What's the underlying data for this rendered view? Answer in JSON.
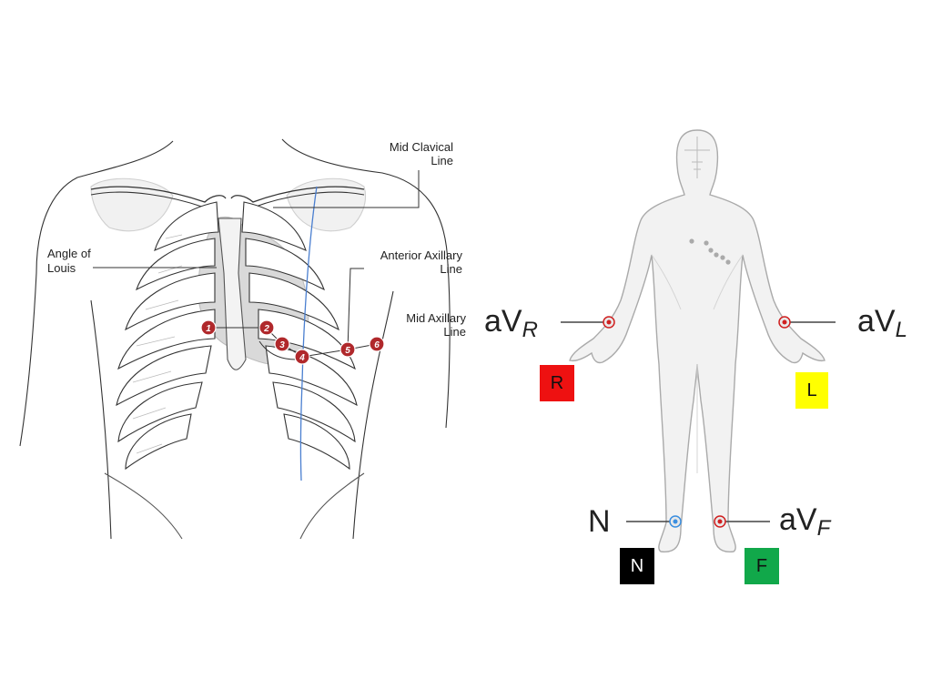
{
  "chest": {
    "labels": {
      "mid_clavical_1": "Mid Clavical",
      "mid_clavical_2": "Line",
      "angle_1": "Angle of",
      "angle_2": "Louis",
      "anterior_1": "Anterior Axillary",
      "anterior_2": "Line",
      "mid_axillary_1": "Mid Axillary",
      "mid_axillary_2": "Line"
    },
    "electrodes": [
      "1",
      "2",
      "3",
      "4",
      "5",
      "6"
    ],
    "electrode_color": "#b0282b",
    "clavicular_line_color": "#4a7fd0"
  },
  "limbs": {
    "avr": {
      "main": "aV",
      "sub": "R"
    },
    "avl": {
      "main": "aV",
      "sub": "L"
    },
    "avf": {
      "main": "aV",
      "sub": "F"
    },
    "n_label": "N",
    "boxes": {
      "r": {
        "text": "R",
        "color": "#ee1111",
        "text_color": "#111111"
      },
      "l": {
        "text": "L",
        "color": "#ffff00",
        "text_color": "#111111"
      },
      "n": {
        "text": "N",
        "color": "#000000",
        "text_color": "#ffffff"
      },
      "f": {
        "text": "F",
        "color": "#11a84a",
        "text_color": "#111111"
      }
    },
    "electrode_colors": {
      "red": "#d02020",
      "neutral": "#3b8fe0"
    }
  }
}
